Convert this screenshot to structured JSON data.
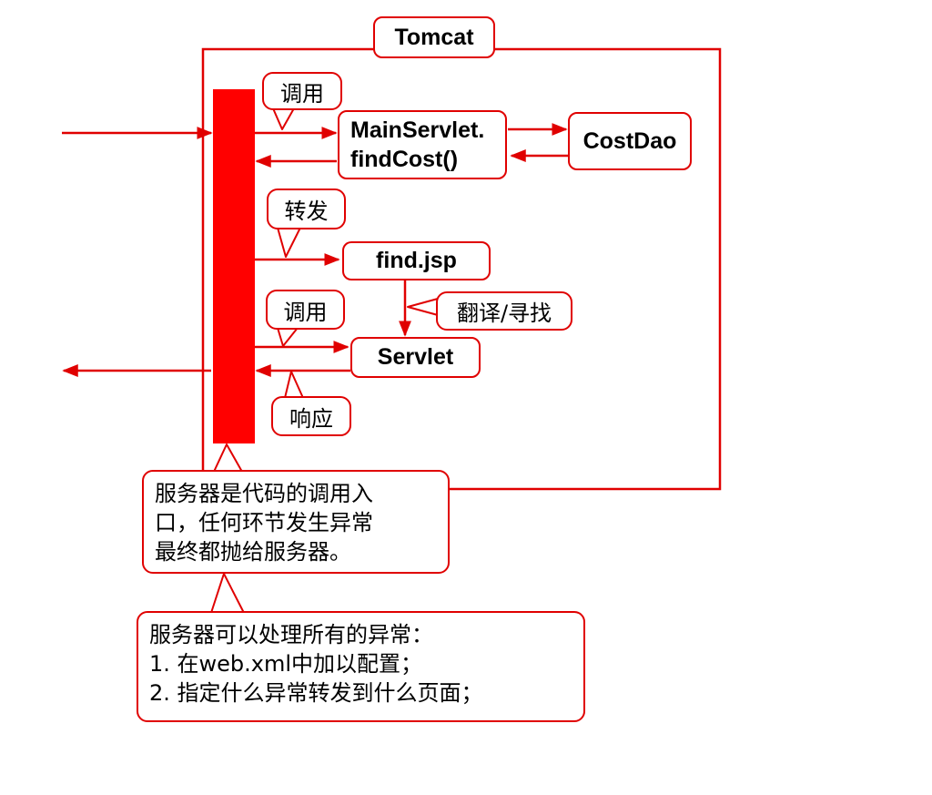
{
  "container": {
    "title": "Tomcat"
  },
  "nodes": {
    "main_servlet": [
      "MainServlet.",
      "findCost()"
    ],
    "cost_dao": "CostDao",
    "find_jsp": "find.jsp",
    "servlet": "Servlet"
  },
  "callouts": {
    "call_1": "调用",
    "forward": "转发",
    "translate": "翻译/寻找",
    "call_2": "调用",
    "respond": "响应",
    "note_server": [
      "服务器是代码的调用入",
      "口，任何环节发生异常",
      "最终都抛给服务器。"
    ],
    "note_handle": [
      "服务器可以处理所有的异常：",
      "1. 在web.xml中加以配置；",
      "2. 指定什么异常转发到什么页面；"
    ]
  },
  "colors": {
    "accent": "#e00000",
    "bar": "#ff0000"
  }
}
